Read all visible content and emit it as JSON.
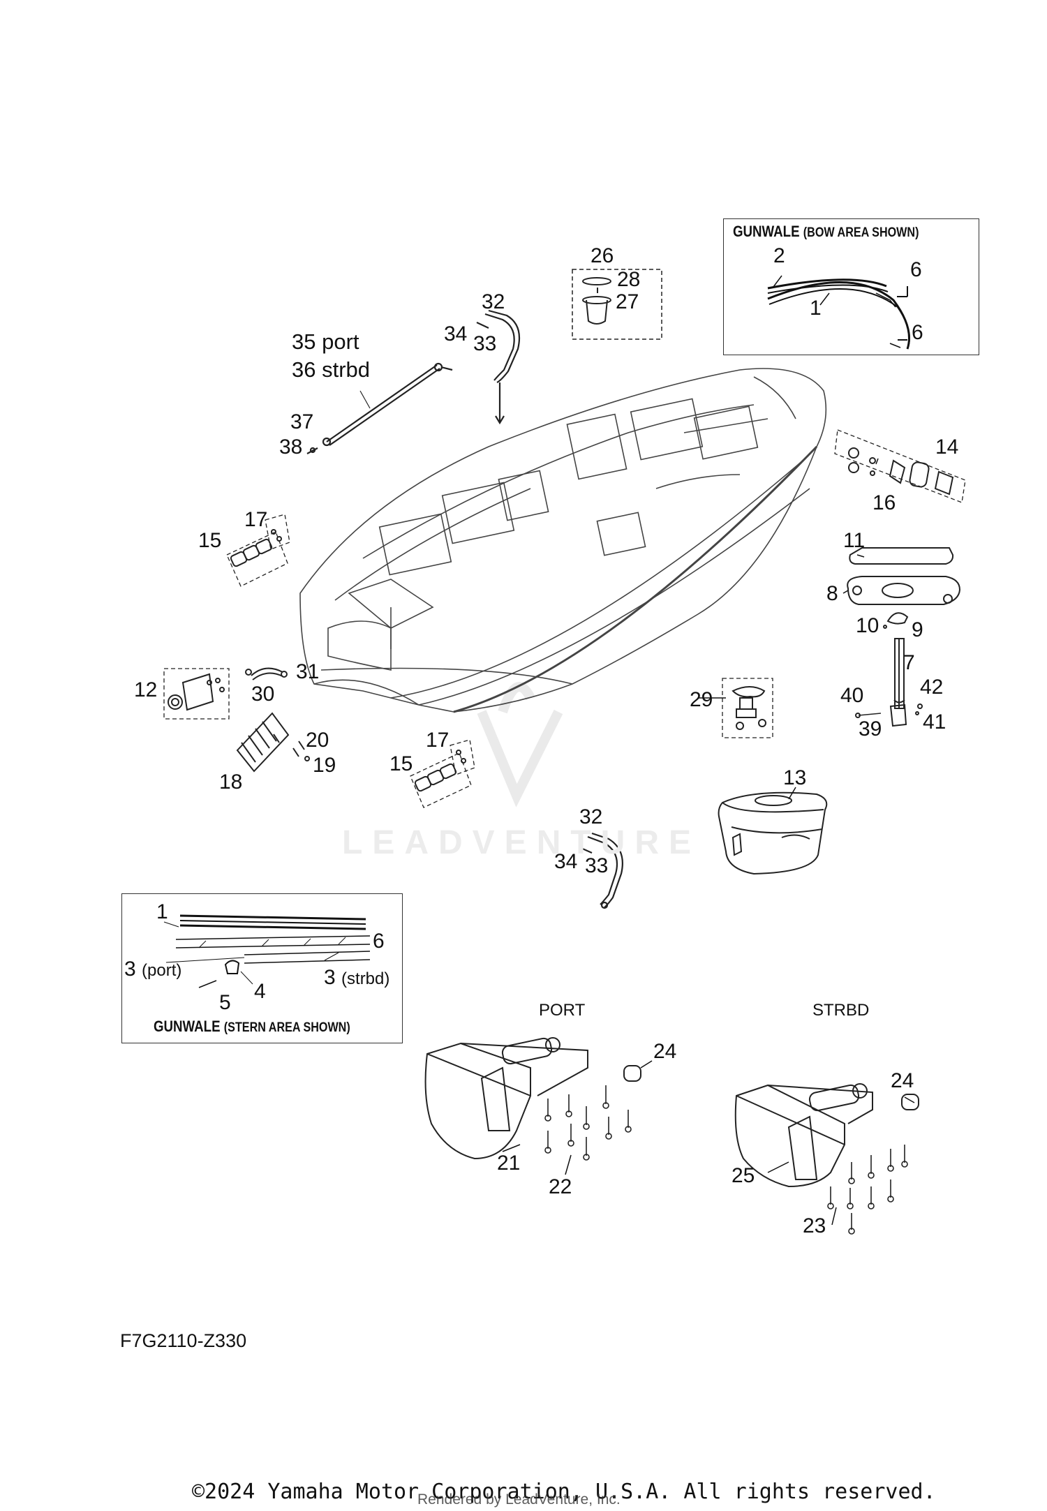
{
  "bow_box": {
    "title": "GUNWALE",
    "subtitle": "(BOW AREA SHOWN)"
  },
  "stern_box": {
    "title": "GUNWALE",
    "subtitle": "(STERN AREA SHOWN)"
  },
  "callouts": {
    "n1": "1",
    "n2": "2",
    "n6a": "6",
    "n6b": "6",
    "n26": "26",
    "n28": "28",
    "n27": "27",
    "n32a": "32",
    "n34a": "34",
    "n33a": "33",
    "n35": "35 port",
    "n36": "36 strbd",
    "n37": "37",
    "n38": "38",
    "n14": "14",
    "n16": "16",
    "n15a": "15",
    "n17a": "17",
    "n11": "11",
    "n8": "8",
    "n10": "10",
    "n9": "9",
    "n7": "7",
    "n40": "40",
    "n42": "42",
    "n39": "39",
    "n41": "41",
    "n12": "12",
    "n30": "30",
    "n31": "31",
    "n29": "29",
    "n18": "18",
    "n20": "20",
    "n19": "19",
    "n15b": "15",
    "n17b": "17",
    "n13": "13",
    "n32b": "32",
    "n34b": "34",
    "n33b": "33",
    "s1": "1",
    "s6": "6",
    "s3p": "3",
    "s3p_sub": "(port)",
    "s3s": "3",
    "s3s_sub": "(strbd)",
    "s4": "4",
    "s5": "5",
    "n24a": "24",
    "n21": "21",
    "n22": "22",
    "n24b": "24",
    "n25": "25",
    "n23": "23"
  },
  "side_labels": {
    "port": "PORT",
    "strbd": "STRBD"
  },
  "figure_code": "F7G2110-Z330",
  "watermark": "LEADVENTURE",
  "copyright": "©2024 Yamaha Motor Corporation, U.S.A. All rights reserved.",
  "rendered_by": "Rendered by LeadVenture, Inc."
}
